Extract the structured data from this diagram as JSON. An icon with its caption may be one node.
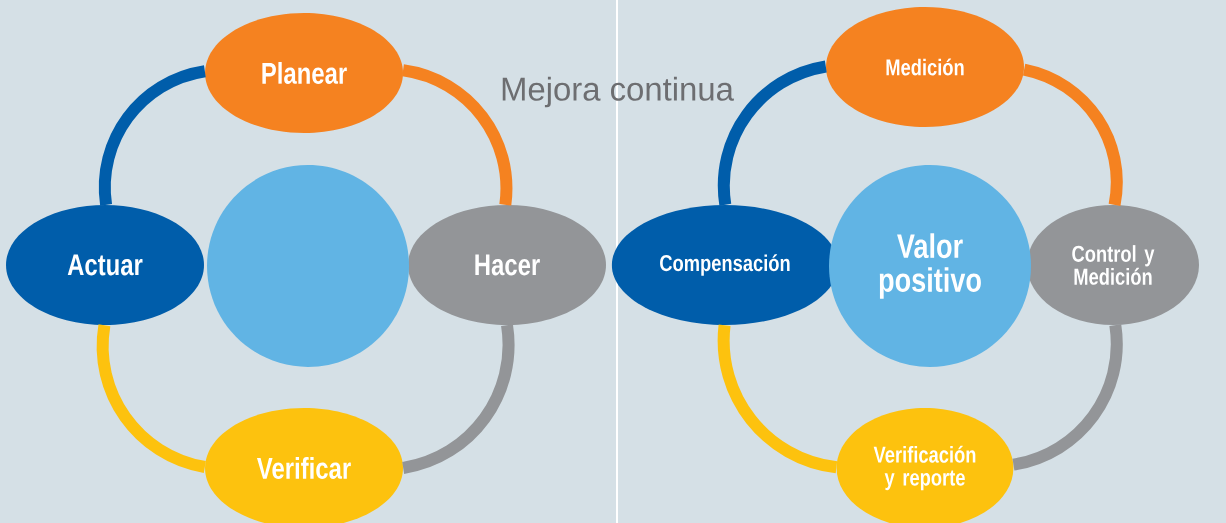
{
  "diagram": {
    "title": "Mejora continua",
    "nodes": [
      {
        "text": [
          "Planear"
        ]
      },
      {
        "text": [
          "Hacer"
        ]
      },
      {
        "text": [
          "Verificar"
        ]
      },
      {
        "text": [
          "Actuar"
        ]
      },
      {
        "text": [],
        "shape": "circle"
      },
      {
        "text": [
          "Medición"
        ]
      },
      {
        "text": [
          "Control y Medición"
        ]
      },
      {
        "text": [
          "Verificación y reporte"
        ]
      },
      {
        "text": [
          "Compensación"
        ]
      },
      {
        "text": [
          "Valor positivo"
        ]
      }
    ],
    "edges": [
      {
        "from": 0,
        "to": 1,
        "arrow": "none",
        "color": "#f58220"
      },
      {
        "from": 1,
        "to": 2,
        "arrow": "none",
        "color": "#939598"
      },
      {
        "from": 2,
        "to": 3,
        "arrow": "none",
        "color": "#fdc20e"
      },
      {
        "from": 3,
        "to": 0,
        "arrow": "none",
        "color": "#005daa"
      },
      {
        "from": 5,
        "to": 6,
        "arrow": "none",
        "color": "#f58220"
      },
      {
        "from": 6,
        "to": 7,
        "arrow": "none",
        "color": "#939598"
      },
      {
        "from": 7,
        "to": 8,
        "arrow": "none",
        "color": "#fdc20e"
      },
      {
        "from": 8,
        "to": 5,
        "arrow": "none",
        "color": "#005daa"
      }
    ]
  }
}
